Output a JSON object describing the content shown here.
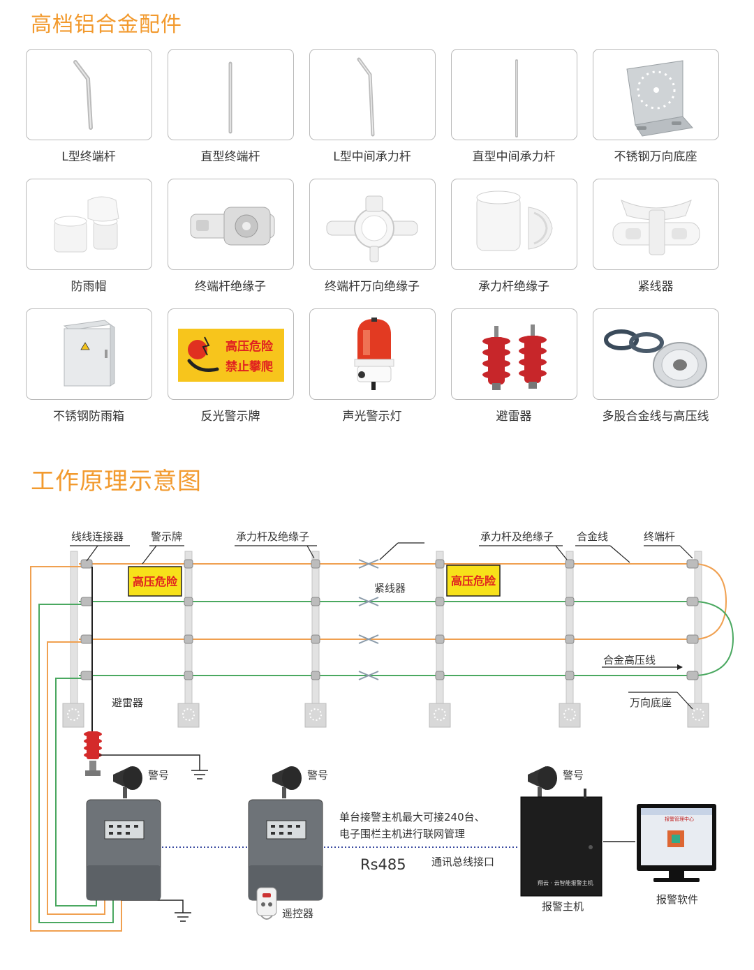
{
  "section1": {
    "title": "高档铝合金配件"
  },
  "accessories": [
    {
      "label": "L型终端杆",
      "icon": "l-terminal-pole-icon"
    },
    {
      "label": "直型终端杆",
      "icon": "straight-terminal-pole-icon"
    },
    {
      "label": "L型中间承力杆",
      "icon": "l-middle-support-pole-icon"
    },
    {
      "label": "直型中间承力杆",
      "icon": "straight-middle-support-pole-icon"
    },
    {
      "label": "不锈钢万向底座",
      "icon": "stainless-universal-base-icon"
    },
    {
      "label": "防雨帽",
      "icon": "rain-cap-icon"
    },
    {
      "label": "终端杆绝缘子",
      "icon": "terminal-insulator-icon"
    },
    {
      "label": "终端杆万向绝缘子",
      "icon": "terminal-universal-insulator-icon"
    },
    {
      "label": "承力杆绝缘子",
      "icon": "support-insulator-icon"
    },
    {
      "label": "紧线器",
      "icon": "wire-tensioner-icon"
    },
    {
      "label": "不锈钢防雨箱",
      "icon": "stainless-rain-box-icon"
    },
    {
      "label": "反光警示牌",
      "icon": "reflective-warning-sign-icon"
    },
    {
      "label": "声光警示灯",
      "icon": "strobe-alarm-light-icon"
    },
    {
      "label": "避雷器",
      "icon": "lightning-arrester-icon"
    },
    {
      "label": "多股合金线与高压线",
      "icon": "alloy-wire-spool-icon"
    }
  ],
  "sign_text": {
    "line1": "高压危险",
    "line2": "禁止攀爬"
  },
  "section2": {
    "title": "工作原理示意图"
  },
  "diagram": {
    "wire_connector": "线线连接器",
    "warning_sign": "警示牌",
    "support_pole_insulator_1": "承力杆及绝缘子",
    "support_pole_insulator_2": "承力杆及绝缘子",
    "alloy_wire": "合金线",
    "terminal_pole": "终端杆",
    "tensioner": "紧线器",
    "hv_sign_1": "高压危险",
    "hv_sign_2": "高压危险",
    "alloy_hv_wire": "合金高压线",
    "universal_base": "万向底座",
    "arrester": "避雷器",
    "siren_1": "警号",
    "siren_2": "警号",
    "siren_3": "警号",
    "network_note_1": "单台接警主机最大可接240台、",
    "network_note_2": "电子围栏主机进行联网管理",
    "rs485": "Rs485",
    "bus_interface": "通讯总线接口",
    "remote": "遥控器",
    "alarm_host": "报警主机",
    "alarm_software": "报警软件",
    "host_brand": "翔云 · 云智能报警主机",
    "software_title": "报警管理中心"
  },
  "colors": {
    "title": "#f29a2e",
    "wire_orange": "#f0a050",
    "wire_green": "#4aa860",
    "sign_yellow": "#f7e11a",
    "sign_red": "#e02020",
    "arrester_red": "#d42a2a"
  }
}
